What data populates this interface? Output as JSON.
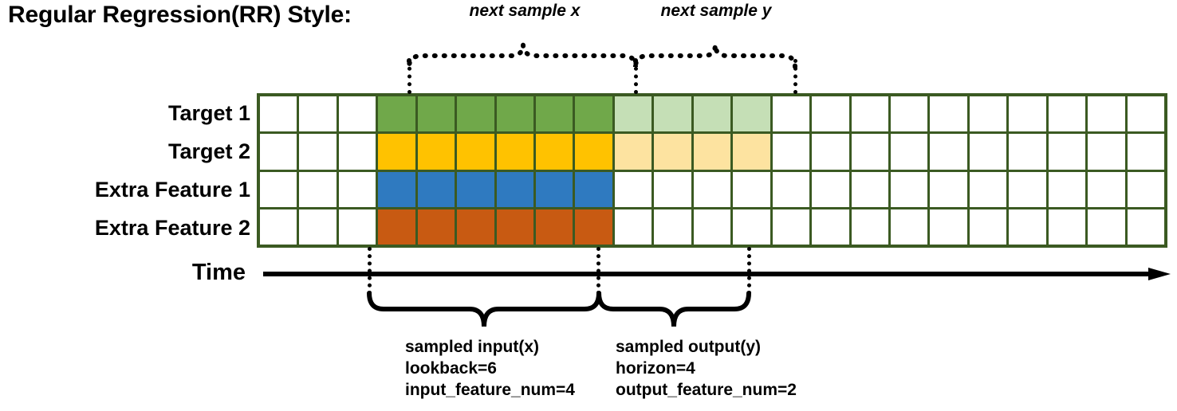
{
  "title": "Regular Regression(RR) Style:",
  "rows": [
    {
      "label": "Target 1",
      "name": "target-1"
    },
    {
      "label": "Target 2",
      "name": "target-2"
    },
    {
      "label": "Extra Feature 1",
      "name": "extra-feature-1"
    },
    {
      "label": "Extra Feature 2",
      "name": "extra-feature-2"
    }
  ],
  "grid": {
    "columns": 23,
    "rows": 4,
    "border_color": "#3B5A22",
    "empty_color": "#FFFFFF",
    "row_fills": [
      {
        "row": "Target 1",
        "solid_color": "#70A84A",
        "faded_color": "#C5DFB6",
        "solid_cols": [
          4,
          5,
          6,
          7,
          8,
          9
        ],
        "faded_cols": [
          10,
          11,
          12,
          13
        ]
      },
      {
        "row": "Target 2",
        "solid_color": "#FFC200",
        "faded_color": "#FDE3A0",
        "solid_cols": [
          4,
          5,
          6,
          7,
          8,
          9
        ],
        "faded_cols": [
          10,
          11,
          12,
          13
        ]
      },
      {
        "row": "Extra Feature 1",
        "solid_color": "#2F7AC0",
        "faded_color": null,
        "solid_cols": [
          4,
          5,
          6,
          7,
          8,
          9
        ],
        "faded_cols": []
      },
      {
        "row": "Extra Feature 2",
        "solid_color": "#C85A12",
        "faded_color": null,
        "solid_cols": [
          4,
          5,
          6,
          7,
          8,
          9
        ],
        "faded_cols": []
      }
    ]
  },
  "time_axis": {
    "label": "Time"
  },
  "top_annotations": [
    {
      "text": "next sample x",
      "name": "next-sample-x"
    },
    {
      "text": "next sample y",
      "name": "next-sample-y"
    }
  ],
  "bottom_annotations": [
    {
      "name": "sampled-input",
      "lines": [
        "sampled input(x)",
        "lookback=6",
        "input_feature_num=4"
      ]
    },
    {
      "name": "sampled-output",
      "lines": [
        "sampled output(y)",
        "horizon=4",
        "output_feature_num=2"
      ]
    }
  ],
  "colors": {
    "grid_border": "#3B5A22",
    "target1_solid": "#70A84A",
    "target1_faded": "#C5DFB6",
    "target2_solid": "#FFC200",
    "target2_faded": "#FDE3A0",
    "feature1_solid": "#2F7AC0",
    "feature2_solid": "#C85A12",
    "ink": "#000000"
  }
}
